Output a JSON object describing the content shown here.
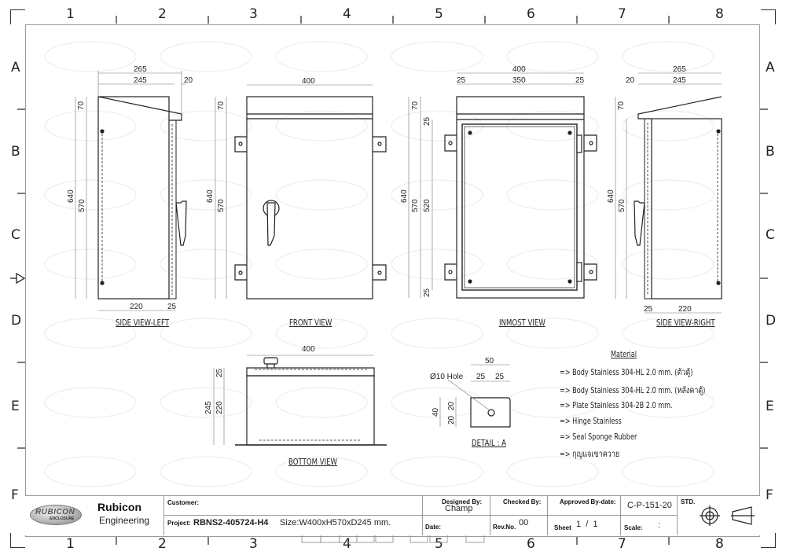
{
  "zones": {
    "columns": [
      "1",
      "2",
      "3",
      "4",
      "5",
      "6",
      "7",
      "8"
    ],
    "rows": [
      "A",
      "B",
      "C",
      "D",
      "E",
      "F"
    ]
  },
  "watermark": {
    "brand": "RUBICON",
    "sub": "ENCLOSURE"
  },
  "views": {
    "side_left": {
      "label": "SIDE VIEW-LEFT",
      "dims": {
        "top_total": "265",
        "top_body": "245",
        "top_lip": "20",
        "roof": "70",
        "height_total": "640",
        "height_body": "570",
        "depth": "220",
        "door": "25"
      }
    },
    "front": {
      "label": "FRONT VIEW",
      "dims": {
        "width": "400",
        "roof": "70",
        "height_total": "640",
        "height_body": "570"
      }
    },
    "inmost": {
      "label": "INMOST VIEW",
      "dims": {
        "width": "400",
        "margin_left": "25",
        "inner": "350",
        "margin_right": "25",
        "roof": "70",
        "top_gap": "25",
        "height_total": "640",
        "height_body": "570",
        "plate": "520",
        "bottom_gap": "25"
      }
    },
    "side_right": {
      "label": "SIDE VIEW-RIGHT",
      "dims": {
        "top_total": "265",
        "top_body": "245",
        "top_lip": "20",
        "roof": "70",
        "height_total": "640",
        "height_body": "570",
        "door": "25",
        "depth": "220"
      }
    },
    "bottom": {
      "label": "BOTTOM VIEW",
      "dims": {
        "width": "400",
        "door": "25",
        "depth_total": "245",
        "depth_body": "220"
      }
    },
    "detail_a": {
      "label": "DETAIL : A",
      "hole": "Ø10 Hole",
      "dims": {
        "width": "50",
        "half_left": "25",
        "half_right": "25",
        "height": "40",
        "upper": "20",
        "lower": "20"
      }
    }
  },
  "material": {
    "title": "Material",
    "items": [
      "=> Body Stainless 304-HL 2.0 mm. (ตัวตู้)",
      "=> Body Stainless 304-HL 2.0 mm. (หลังคาตู้)",
      "=> Plate Stainless 304-2B 2.0 mm.",
      "=> Hinge Stainless",
      "=> Seal Sponge Rubber",
      "=> กุญแจเขาควาย"
    ]
  },
  "title_block": {
    "logo_brand": "RUBICON",
    "logo_sub": "ENCLOSURE",
    "company_line1": "Rubicon",
    "company_line2": "Engineering",
    "customer_label": "Customer:",
    "customer_value": "",
    "project_label": "Project:",
    "project_code": "RBNS2-405724-H4",
    "project_size": "Size:W400xH570xD245 mm.",
    "designed_by_label": "Designed By:",
    "designed_by_value": "Champ",
    "date_label": "Date:",
    "date_value": "",
    "checked_by_label": "Checked By:",
    "rev_label": "Rev.No.",
    "rev_value": "00",
    "approved_label": "Approved By-date:",
    "sheet_label": "Sheet",
    "sheet_value": "1  /  1",
    "drawing_no": "C-P-151-20",
    "scale_label": "Scale:",
    "scale_value": ":",
    "std_label": "STD."
  }
}
